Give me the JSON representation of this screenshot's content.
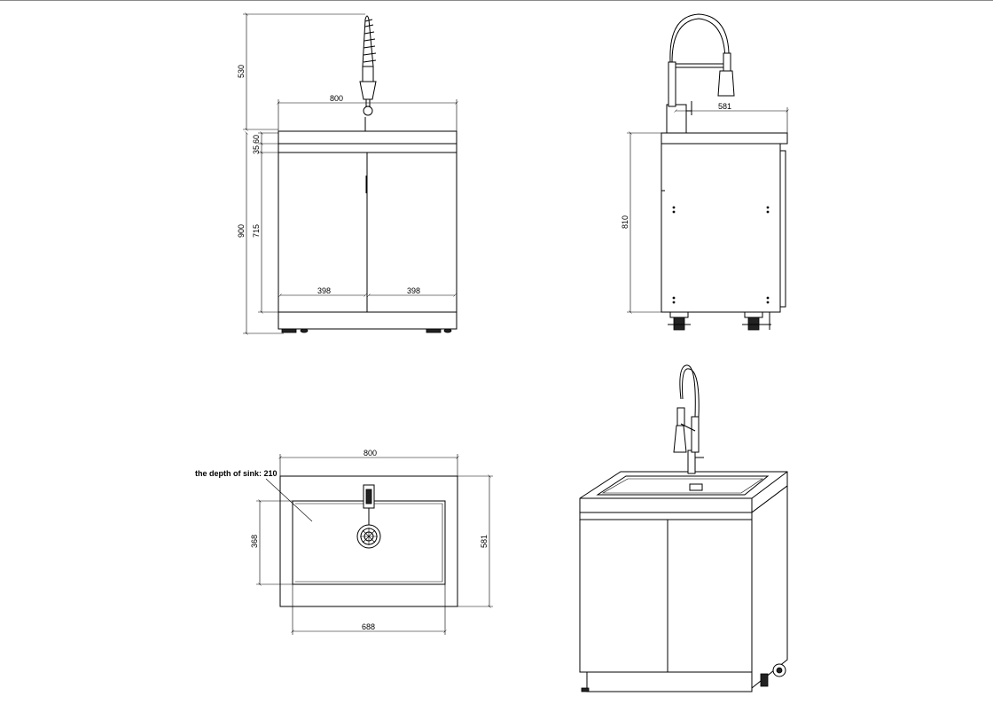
{
  "front_view": {
    "faucet_height": "530",
    "width": "800",
    "top_thickness": "60",
    "top_gap": "35",
    "door_height": "715",
    "total_height": "900",
    "door_left_width": "398",
    "door_right_width": "398"
  },
  "side_view": {
    "depth": "581",
    "height": "810"
  },
  "plan_view": {
    "note": "the depth of sink: 210",
    "width": "800",
    "basin_depth": "368",
    "depth": "581",
    "basin_width": "688"
  }
}
